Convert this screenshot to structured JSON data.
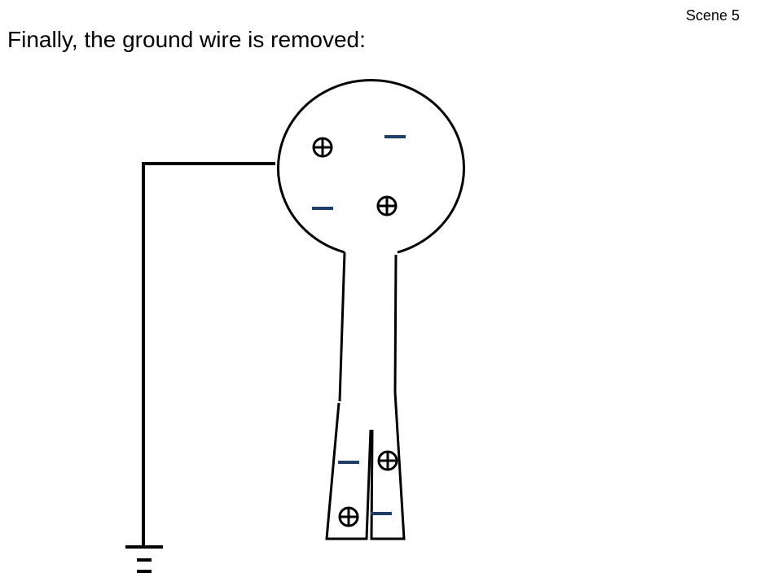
{
  "slide": {
    "scene_label": "Scene 5",
    "title": "Finally, the ground wire is removed:"
  },
  "diagram": {
    "subject": "electroscope",
    "ground_wire_connected": true,
    "sphere_charges": [
      "positive",
      "negative",
      "negative",
      "positive"
    ],
    "left_leaf_charges": [
      "negative",
      "positive"
    ],
    "right_leaf_charges": [
      "positive",
      "negative"
    ],
    "icons": {
      "positive_charge": "circled-plus-icon",
      "negative_charge": "minus-icon",
      "ground": "ground-symbol-icon"
    },
    "colors": {
      "outline": "#000000",
      "negative_charge": "#1f3f6b",
      "positive_charge": "#000000"
    }
  }
}
